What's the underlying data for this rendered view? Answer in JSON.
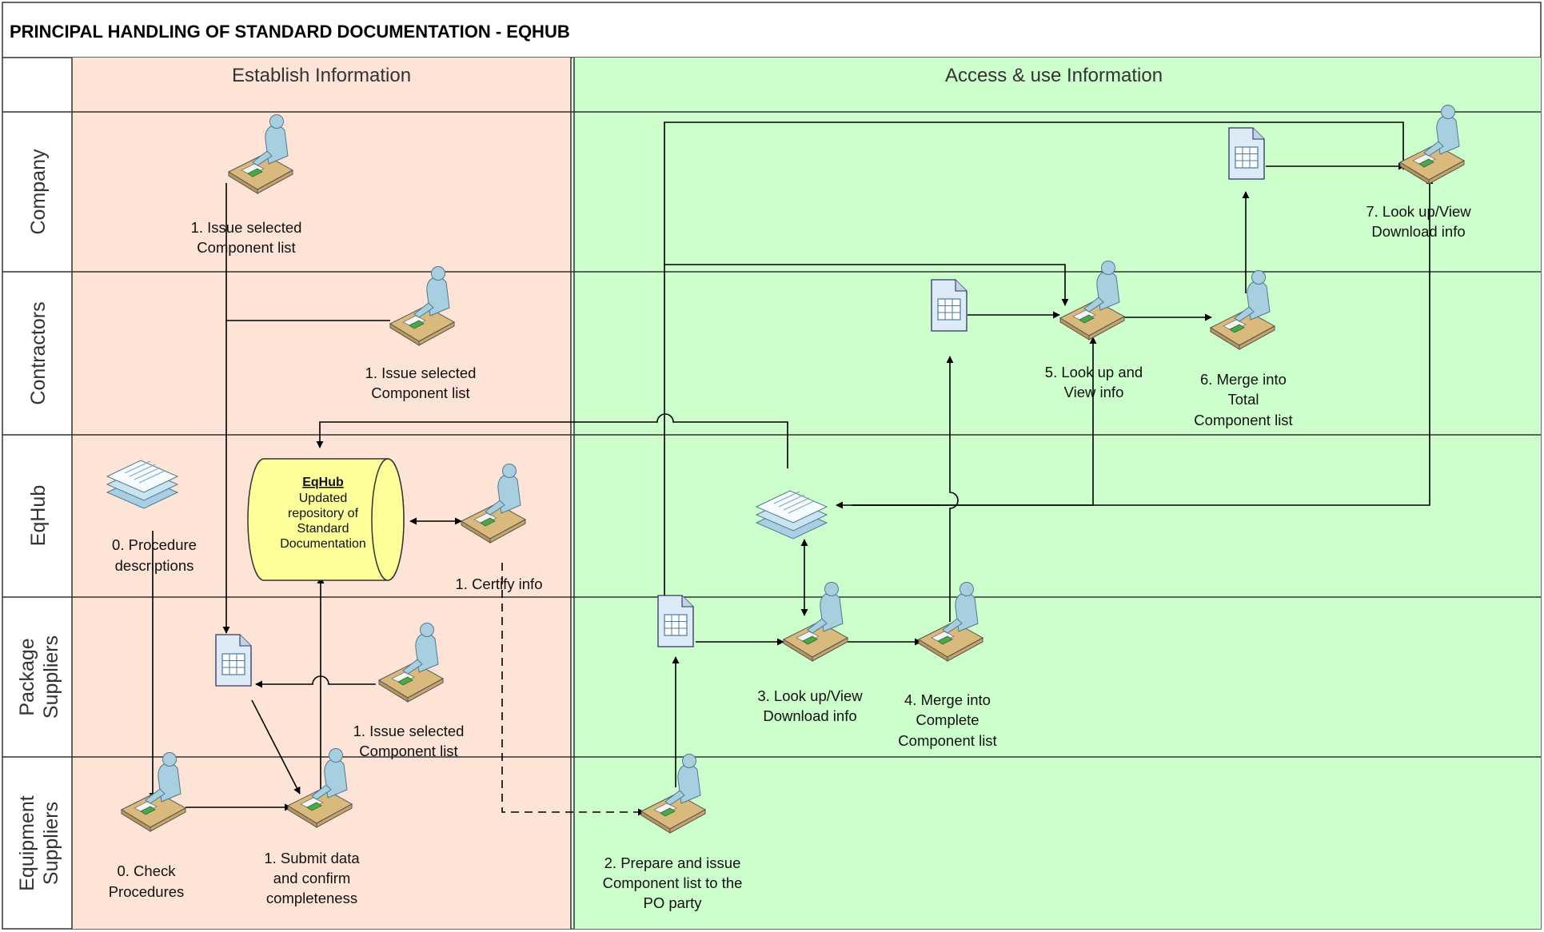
{
  "title": "PRINCIPAL HANDLING OF STANDARD DOCUMENTATION - EQHUB",
  "phases": {
    "establish": "Establish Information",
    "access": "Access & use Information"
  },
  "lanes": {
    "company": "Company",
    "contractors": "Contractors",
    "eqhub": "EqHub",
    "package_1": "Package",
    "package_2": "Suppliers",
    "equipment_1": "Equipment",
    "equipment_2": "Suppliers"
  },
  "repository": {
    "title": "EqHub",
    "lines": [
      "Updated",
      "repository of",
      "Standard",
      "Documentation"
    ]
  },
  "labels": {
    "company_issue": [
      "1. Issue selected",
      "Component list"
    ],
    "contractors_issue": [
      "1. Issue selected",
      "Component list"
    ],
    "procedure_descriptions": [
      "0. Procedure",
      "descriptions"
    ],
    "certify_info": [
      "1. Certify info"
    ],
    "package_issue": [
      "1. Issue selected",
      "Component list"
    ],
    "check_procedures": [
      "0. Check",
      "Procedures"
    ],
    "submit_data": [
      "1. Submit data",
      "and confirm",
      "completeness"
    ],
    "prepare_issue": [
      "2. Prepare and issue",
      "Component list to the",
      "PO party"
    ],
    "lookup_view_3": [
      "3. Look up/View",
      "Download info"
    ],
    "merge_complete": [
      "4. Merge into",
      "Complete",
      "Component list"
    ],
    "lookup_view_5": [
      "5. Look up and",
      "View info"
    ],
    "merge_total": [
      "6. Merge into",
      "Total",
      "Component list"
    ],
    "lookup_view_7": [
      "7. Look up/View",
      "Download info"
    ]
  },
  "colors": {
    "establish_fill": "#fde4d6",
    "access_fill": "#ccffcc",
    "repository_fill": "#ffff99",
    "border": "#333333",
    "person_fill": "#a7cfe0",
    "desk_fill": "#d9b97c"
  },
  "icons": {
    "worker": "person-at-desk-icon",
    "document": "spreadsheet-document-icon",
    "paper_stack": "paper-stack-icon",
    "repository": "cylinder-repository-icon"
  }
}
